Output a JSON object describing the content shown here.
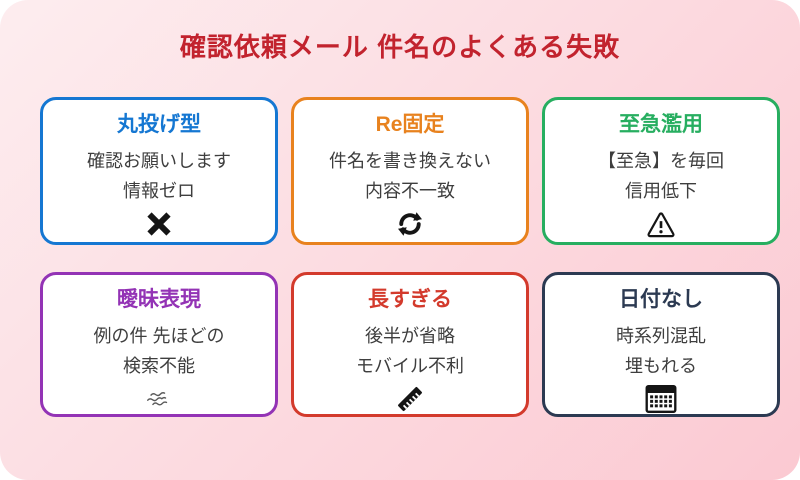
{
  "page": {
    "title": "確認依頼メール 件名のよくある失敗",
    "title_color": "#c2232e",
    "background": {
      "gradient_from": "#fdedef",
      "gradient_to": "#fbc9d2"
    },
    "card_background": "#ffffff",
    "body_text_color": "#3e3e3e",
    "icon_color": "#151515"
  },
  "cards": [
    {
      "title": "丸投げ型",
      "color": "#1577d2",
      "lines": [
        "確認お願いします",
        "情報ゼロ"
      ],
      "icon": "x-icon"
    },
    {
      "title": "Re固定",
      "color": "#e8821e",
      "lines": [
        "件名を書き換えない",
        "内容不一致"
      ],
      "icon": "cycle-arrows-icon"
    },
    {
      "title": "至急濫用",
      "color": "#27ae60",
      "lines": [
        "【至急】を毎回",
        "信用低下"
      ],
      "icon": "warning-triangle-icon"
    },
    {
      "title": "曖昧表現",
      "color": "#9333b5",
      "lines": [
        "例の件 先ほどの",
        "検索不能"
      ],
      "icon": "fog-icon"
    },
    {
      "title": "長すぎる",
      "color": "#d33a2c",
      "lines": [
        "後半が省略",
        "モバイル不利"
      ],
      "icon": "ruler-icon"
    },
    {
      "title": "日付なし",
      "color": "#2c3a52",
      "lines": [
        "時系列混乱",
        "埋もれる"
      ],
      "icon": "calendar-icon"
    }
  ]
}
